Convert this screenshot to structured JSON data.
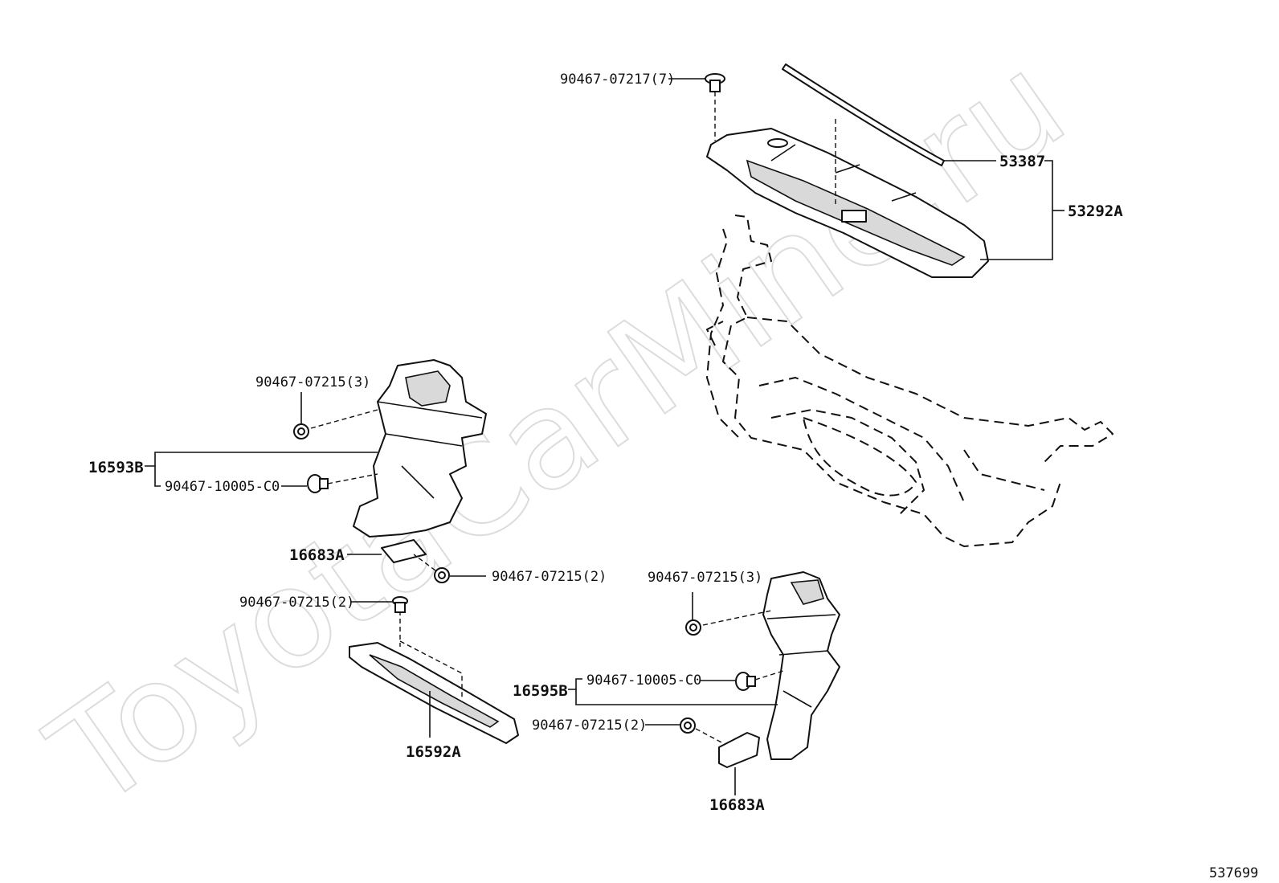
{
  "watermark": "ToyotaCarMine.ru",
  "diagram_id": "537699",
  "labels": {
    "clip_07217_7": "90467-07217(7)",
    "part_53387": "53387",
    "part_53292A": "53292A",
    "clip_07215_3_left": "90467-07215(3)",
    "part_16593B": "16593B",
    "clip_10005_left": "90467-10005-C0",
    "part_16683A_left": "16683A",
    "clip_07215_2_left_a": "90467-07215(2)",
    "clip_07215_2_left_b": "90467-07215(2)",
    "part_16592A": "16592A",
    "clip_07215_3_right": "90467-07215(3)",
    "part_16595B": "16595B",
    "clip_10005_right": "90467-10005-C0",
    "clip_07215_2_right": "90467-07215(2)",
    "part_16683A_right": "16683A"
  }
}
